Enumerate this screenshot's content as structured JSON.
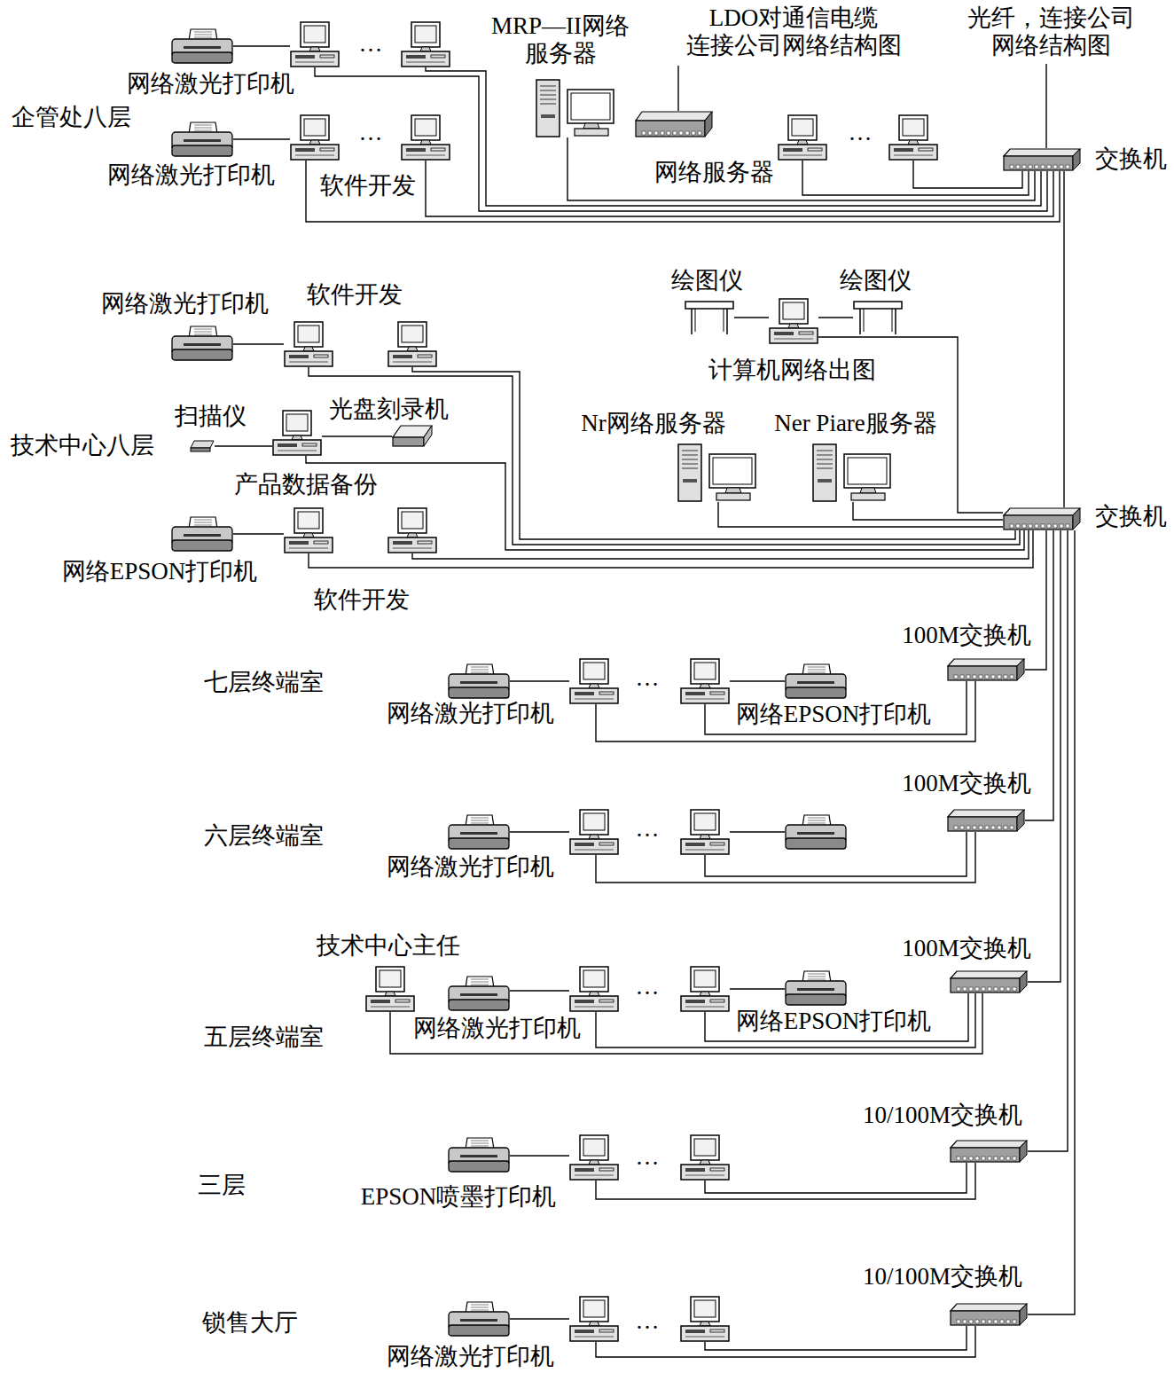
{
  "diagram": {
    "nodes": [
      {
        "text": [
          "网络激光打印机"
        ]
      },
      {
        "text": [
          "MRP—II网络 服务器"
        ]
      },
      {
        "text": [
          "网络服务器"
        ]
      },
      {
        "text": [
          "交换机"
        ]
      },
      {
        "text": [
          "网络激光打印机"
        ]
      },
      {
        "text": [
          "软件开发"
        ]
      },
      {
        "text": [
          "网络激光打印机"
        ]
      },
      {
        "text": [
          "软件开发"
        ]
      },
      {
        "text": [
          "绘图仪"
        ]
      },
      {
        "text": [
          "计算机网络出图"
        ]
      },
      {
        "text": [
          "绘图仪"
        ]
      },
      {
        "text": [
          "扫描仪"
        ]
      },
      {
        "text": [
          "产品数据备份"
        ]
      },
      {
        "text": [
          "光盘刻录机"
        ]
      },
      {
        "text": [
          "Nr网络服务器"
        ]
      },
      {
        "text": [
          "Ner Piare服务器"
        ]
      },
      {
        "text": [
          "交换机"
        ]
      },
      {
        "text": [
          "网络EPSON打印机"
        ]
      },
      {
        "text": [
          "软件开发"
        ]
      },
      {
        "text": [
          "100M交换机"
        ]
      },
      {
        "text": [
          "网络激光打印机"
        ]
      },
      {
        "text": [
          "网络EPSON打印机"
        ]
      },
      {
        "text": [
          "100M交换机"
        ]
      },
      {
        "text": [
          "网络激光打印机"
        ]
      },
      {
        "text": [
          "技术中心主任"
        ]
      },
      {
        "text": [
          "网络激光打印机"
        ]
      },
      {
        "text": [
          "网络EPSON打印机"
        ]
      },
      {
        "text": [
          "100M交换机"
        ]
      },
      {
        "text": [
          "10/100M交换机"
        ]
      },
      {
        "text": [
          "EPSON喷墨打印机"
        ]
      },
      {
        "text": [
          "10/100M交换机"
        ]
      },
      {
        "text": [
          "网络激光打印机"
        ]
      }
    ],
    "edges": [
      {
        "from": 5,
        "to": 3,
        "arrow": "none"
      },
      {
        "from": 1,
        "to": 3,
        "arrow": "none"
      },
      {
        "from": 3,
        "to": 16,
        "arrow": "none"
      },
      {
        "from": 4,
        "to": 5,
        "arrow": "none"
      },
      {
        "from": 6,
        "to": 7,
        "arrow": "none"
      },
      {
        "from": 7,
        "to": 16,
        "arrow": "none"
      },
      {
        "from": 8,
        "to": 9,
        "arrow": "none"
      },
      {
        "from": 10,
        "to": 9,
        "arrow": "none"
      },
      {
        "from": 9,
        "to": 16,
        "arrow": "none"
      },
      {
        "from": 11,
        "to": 12,
        "arrow": "none"
      },
      {
        "from": 13,
        "to": 12,
        "arrow": "none"
      },
      {
        "from": 12,
        "to": 16,
        "arrow": "none"
      },
      {
        "from": 14,
        "to": 16,
        "arrow": "none"
      },
      {
        "from": 15,
        "to": 16,
        "arrow": "none"
      },
      {
        "from": 17,
        "to": 18,
        "arrow": "none"
      },
      {
        "from": 18,
        "to": 16,
        "arrow": "none"
      },
      {
        "from": 16,
        "to": 19,
        "arrow": "none"
      },
      {
        "from": 16,
        "to": 22,
        "arrow": "none"
      },
      {
        "from": 24,
        "to": 27,
        "arrow": "none"
      },
      {
        "from": 16,
        "to": 27,
        "arrow": "none"
      },
      {
        "from": 16,
        "to": 28,
        "arrow": "none"
      },
      {
        "from": 16,
        "to": 30,
        "arrow": "none"
      }
    ],
    "labels": [
      "LDO对通信电缆 连接公司网络结构图",
      "光纤，连接公司 网络结构图",
      "…",
      "企管处八层",
      "…",
      "…",
      "技术中心八层",
      "七层终端室",
      "…",
      "六层终端室",
      "…",
      "…",
      "五层终端室",
      "三层",
      "…",
      "锁售大厅",
      "…"
    ]
  }
}
